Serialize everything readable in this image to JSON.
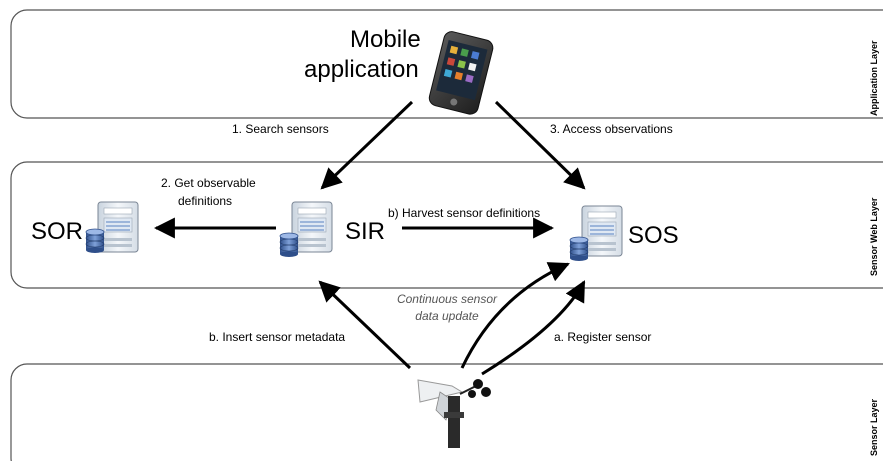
{
  "layers": {
    "application": "Application Layer",
    "sensor_web": "Sensor Web Layer",
    "sensor": "Sensor Layer"
  },
  "nodes": {
    "mobile": "Mobile application",
    "mobile_line1": "Mobile",
    "mobile_line2": "application",
    "sor": "SOR",
    "sir": "SIR",
    "sos": "SOS"
  },
  "edges": {
    "search": "1. Search sensors",
    "get_defs_line1": "2. Get observable",
    "get_defs_line2": "definitions",
    "access": "3. Access observations",
    "harvest": "b) Harvest sensor definitions",
    "continuous_line1": "Continuous sensor",
    "continuous_line2": "data update",
    "insert": "b. Insert sensor metadata",
    "register": "a. Register sensor"
  },
  "colors": {
    "layer_border": "#555555",
    "arrow": "#000000",
    "server_body": "#e8eef4",
    "server_dark": "#2f4b78",
    "db_blue": "#4a6fb5"
  },
  "icons": [
    "smartphone-icon",
    "server-icon",
    "database-icon",
    "weather-station-icon"
  ]
}
